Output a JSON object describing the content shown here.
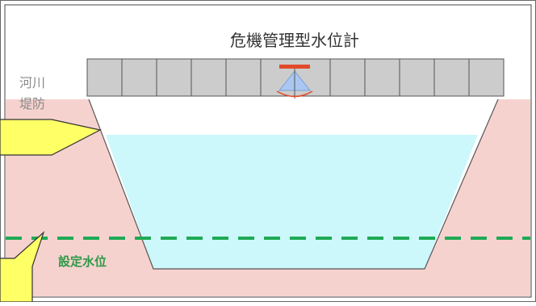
{
  "diagram": {
    "title": "危機管理型水位計",
    "bank_label_line1": "河川",
    "bank_label_line2": "堤防",
    "set_level_label": "設定水位",
    "gauge_icon": "radar-water-level-sensor-icon",
    "callout_icon": "yellow-speech-callout-icon"
  },
  "colors": {
    "embankment": "#f6d2cf",
    "water": "#ccf7fb",
    "bridge": "#cccccc",
    "set_level_line": "#1faa55",
    "set_level_text": "#2c9a46",
    "label_text": "#8a8a8a",
    "title_text": "#333333",
    "callout_fill": "#ffff66",
    "sensor_body": "#e24a2a",
    "sensor_beam": "#a9c7f0"
  }
}
